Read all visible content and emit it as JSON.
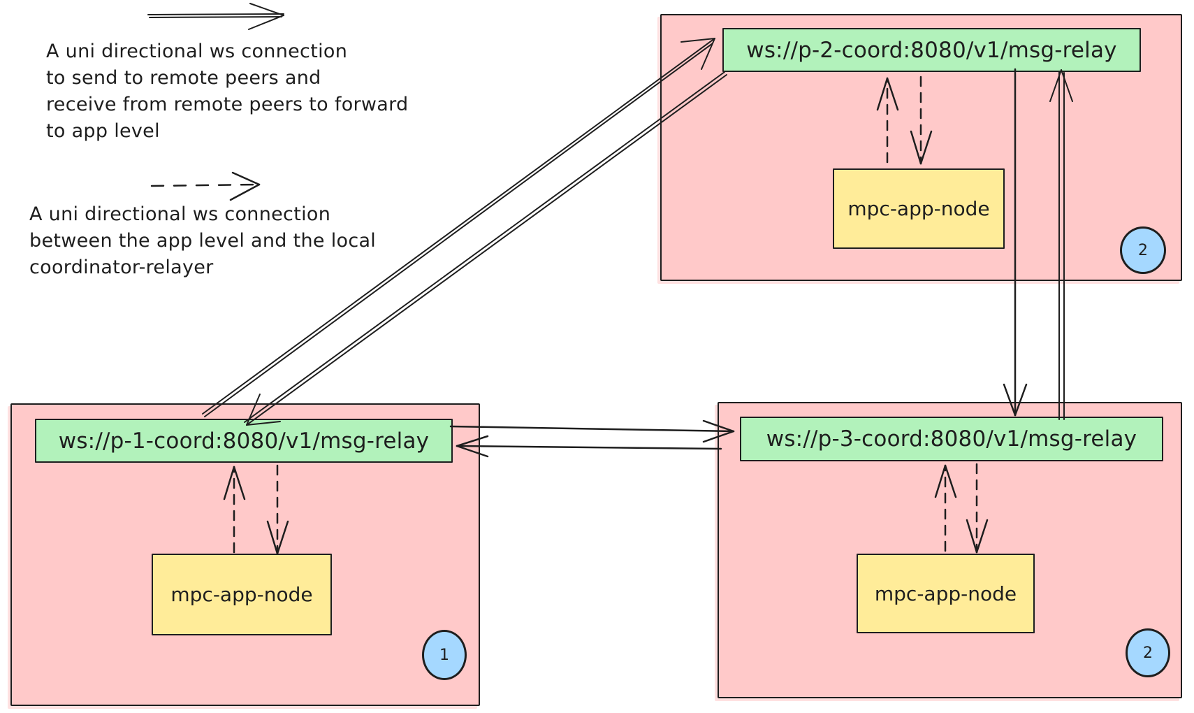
{
  "legend": {
    "solid": {
      "line1": "A uni directional ws connection",
      "line2": "to send to remote peers and",
      "line3": "receive from remote peers to forward",
      "line4": "to app level"
    },
    "dashed": {
      "line1": "A uni directional ws connection",
      "line2": "between the app level and the local",
      "line3": "coordinator-relayer"
    }
  },
  "peers": {
    "p1": {
      "relay_url": "ws://p-1-coord:8080/v1/msg-relay",
      "app_node": "mpc-app-node",
      "badge": "1"
    },
    "p2": {
      "relay_url": "ws://p-2-coord:8080/v1/msg-relay",
      "app_node": "mpc-app-node",
      "badge": "2"
    },
    "p3": {
      "relay_url": "ws://p-3-coord:8080/v1/msg-relay",
      "app_node": "mpc-app-node",
      "badge": "2"
    }
  },
  "connections": [
    {
      "from": "p1-relay",
      "to": "p2-relay",
      "style": "solid"
    },
    {
      "from": "p2-relay",
      "to": "p1-relay",
      "style": "solid"
    },
    {
      "from": "p1-relay",
      "to": "p3-relay",
      "style": "solid"
    },
    {
      "from": "p3-relay",
      "to": "p1-relay",
      "style": "solid"
    },
    {
      "from": "p2-relay",
      "to": "p3-relay",
      "style": "solid"
    },
    {
      "from": "p3-relay",
      "to": "p2-relay",
      "style": "solid"
    },
    {
      "from": "p1-app-node",
      "to": "p1-relay",
      "style": "dashed"
    },
    {
      "from": "p1-relay",
      "to": "p1-app-node",
      "style": "dashed"
    },
    {
      "from": "p2-app-node",
      "to": "p2-relay",
      "style": "dashed"
    },
    {
      "from": "p2-relay",
      "to": "p2-app-node",
      "style": "dashed"
    },
    {
      "from": "p3-app-node",
      "to": "p3-relay",
      "style": "dashed"
    },
    {
      "from": "p3-relay",
      "to": "p3-app-node",
      "style": "dashed"
    }
  ],
  "colors": {
    "peer-fill": "#ffc9c9",
    "relay-fill": "#b2f2bb",
    "app-fill": "#ffec99",
    "badge-fill": "#a5d8ff",
    "ink": "#1e1e1e",
    "canvas": "#ffffff"
  }
}
